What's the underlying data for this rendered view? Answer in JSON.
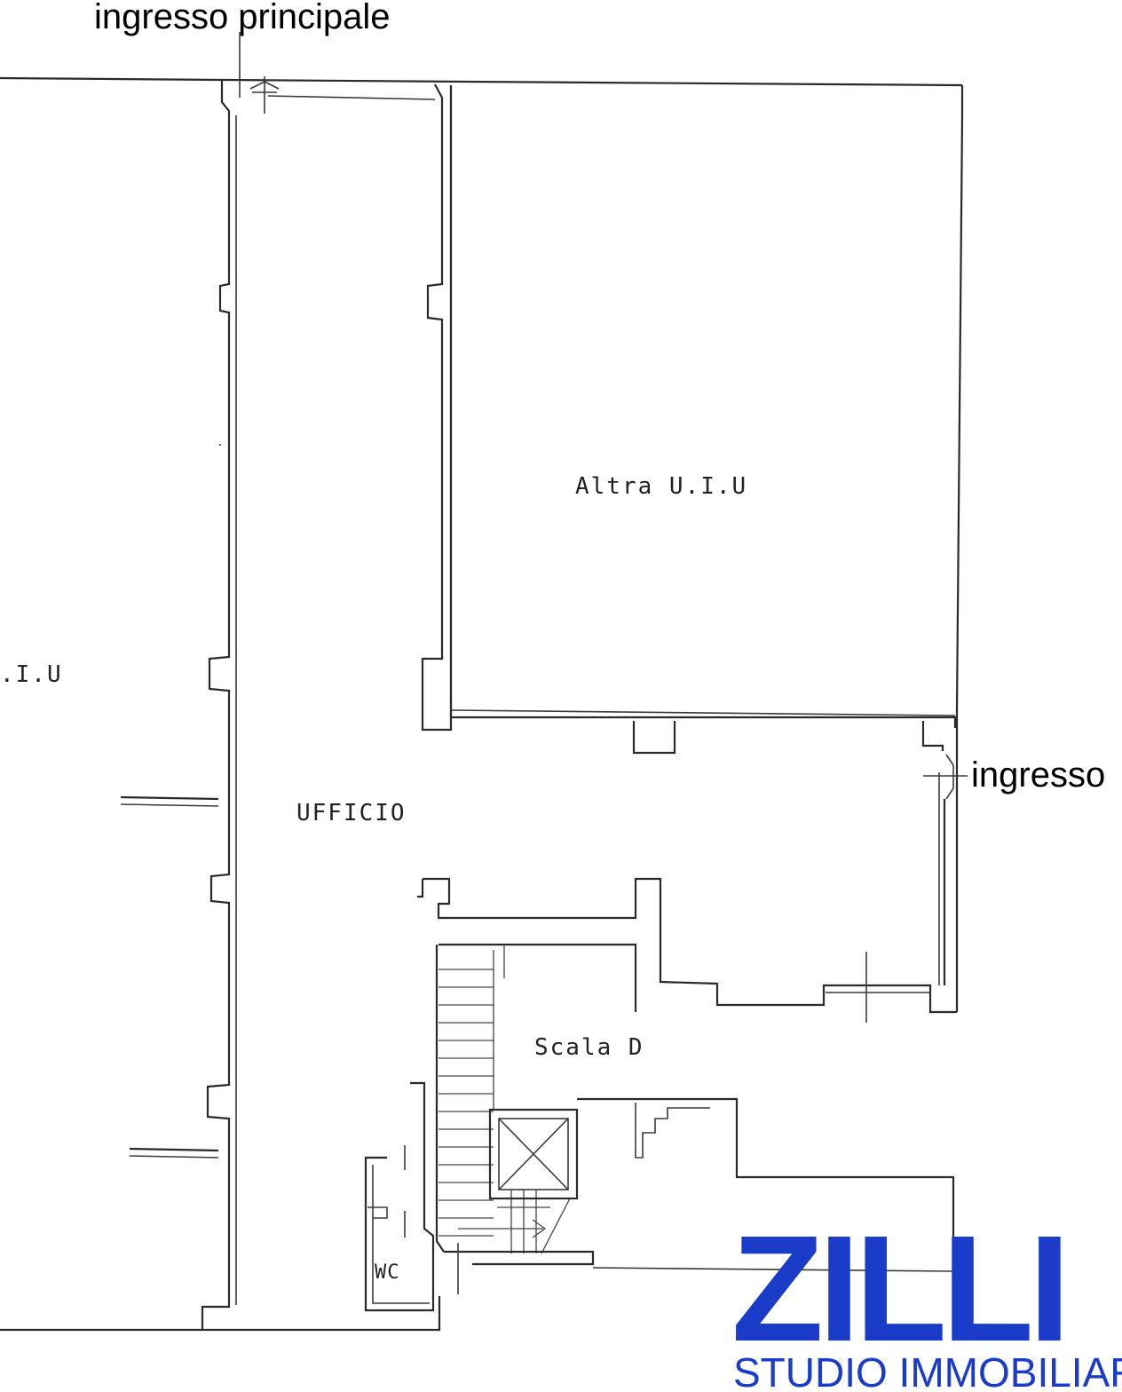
{
  "annotations": {
    "main_entrance": "ingresso principale",
    "side_entrance": "ingresso"
  },
  "rooms": {
    "office": "UFFICIO",
    "other_unit": "Altra U.I.U",
    "other_unit_left_partial": ".I.U",
    "stair": "Scala D",
    "wc": "WC"
  },
  "logo": {
    "name": "ZILLI",
    "tagline": "STUDIO IMMOBILIARE",
    "color": "#1a3cc8"
  }
}
